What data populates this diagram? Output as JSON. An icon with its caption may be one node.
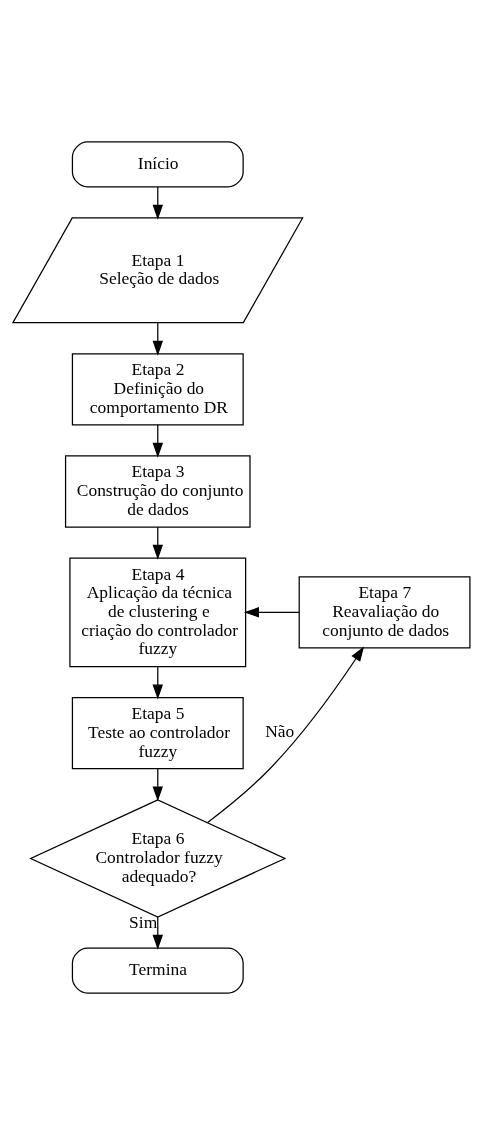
{
  "diagram": {
    "nodes": [
      {
        "text": [
          "Início"
        ]
      },
      {
        "text": [
          "Etapa 1",
          "Seleção de dados"
        ]
      },
      {
        "text": [
          "Etapa 2",
          "Definição do comportamento DR"
        ]
      },
      {
        "text": [
          "Etapa 3",
          "Construção do conjunto de dados"
        ]
      },
      {
        "text": [
          "Etapa 4",
          "Aplicação da técnica de clustering e criação do controlador fuzzy"
        ]
      },
      {
        "text": [
          "Etapa 5",
          "Teste ao controlador fuzzy"
        ]
      },
      {
        "text": [
          "Etapa 6",
          "Controlador fuzzy adequado?"
        ]
      },
      {
        "text": [
          "Etapa 7",
          "Reavaliação do conjunto de dados"
        ]
      },
      {
        "text": [
          "Termina"
        ]
      }
    ],
    "edges": [
      {
        "from": 0,
        "to": 1,
        "arrow": "to"
      },
      {
        "from": 1,
        "to": 2,
        "arrow": "to"
      },
      {
        "from": 2,
        "to": 3,
        "arrow": "to"
      },
      {
        "from": 3,
        "to": 4,
        "arrow": "to"
      },
      {
        "from": 4,
        "to": 5,
        "arrow": "to"
      },
      {
        "from": 5,
        "to": 6,
        "arrow": "to"
      },
      {
        "from": 6,
        "to": 7,
        "arrow": "to",
        "label": "Não"
      },
      {
        "from": 7,
        "to": 4,
        "arrow": "to"
      },
      {
        "from": 6,
        "to": 8,
        "arrow": "to",
        "label": "Sim"
      }
    ]
  }
}
